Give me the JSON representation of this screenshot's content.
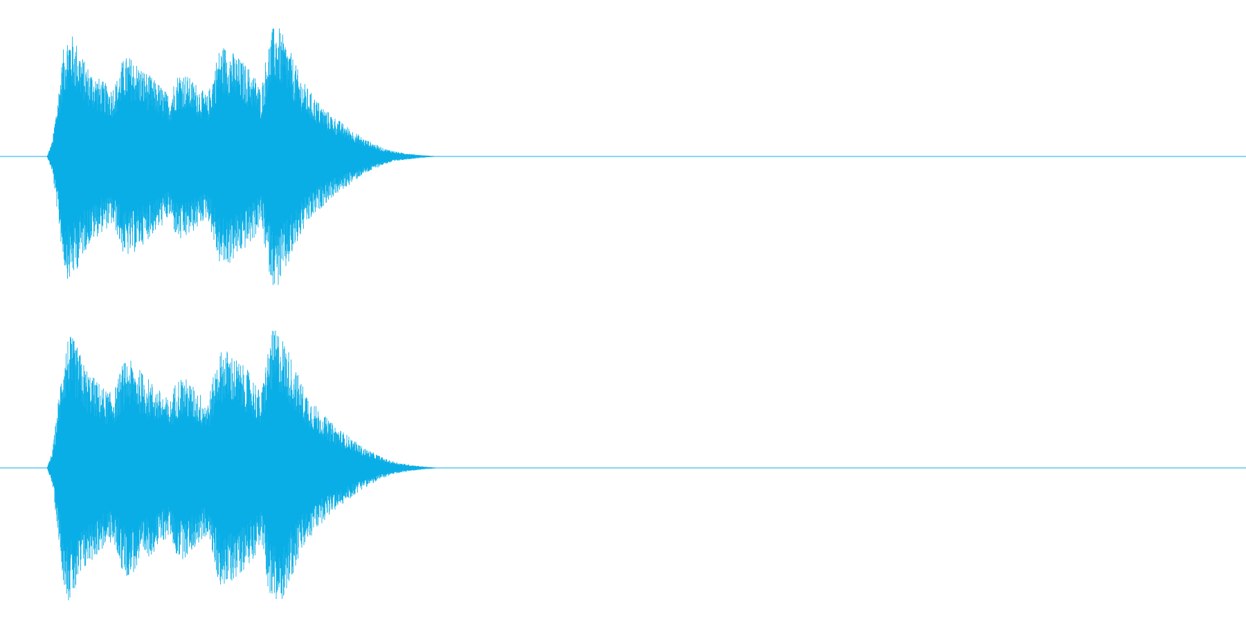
{
  "waveform": {
    "color": "#0aaee6",
    "background": "#ffffff",
    "channels": [
      {
        "name": "",
        "samples": [
          0,
          0.12,
          0.45,
          0.8,
          0.95,
          0.9,
          0.82,
          0.72,
          0.66,
          0.62,
          0.58,
          0.55,
          0.52,
          0.58,
          0.72,
          0.76,
          0.74,
          0.7,
          0.66,
          0.62,
          0.58,
          0.55,
          0.5,
          0.46,
          0.6,
          0.65,
          0.62,
          0.58,
          0.55,
          0.5,
          0.46,
          0.62,
          0.8,
          0.84,
          0.82,
          0.78,
          0.74,
          0.7,
          0.66,
          0.6,
          0.5,
          0.78,
          0.96,
          1.0,
          0.92,
          0.84,
          0.74,
          0.64,
          0.56,
          0.5,
          0.45,
          0.4,
          0.36,
          0.32,
          0.29,
          0.26,
          0.23,
          0.2,
          0.17,
          0.14,
          0.12,
          0.1,
          0.08,
          0.06,
          0.05,
          0.04,
          0.03,
          0.025,
          0.02,
          0.015,
          0.01,
          0.007,
          0.004,
          0.002,
          0
        ]
      },
      {
        "name": "",
        "samples": [
          0,
          0.12,
          0.45,
          0.8,
          0.96,
          0.92,
          0.84,
          0.74,
          0.68,
          0.64,
          0.6,
          0.56,
          0.54,
          0.6,
          0.74,
          0.78,
          0.76,
          0.72,
          0.68,
          0.64,
          0.6,
          0.56,
          0.52,
          0.48,
          0.62,
          0.66,
          0.64,
          0.6,
          0.56,
          0.52,
          0.48,
          0.64,
          0.82,
          0.86,
          0.84,
          0.8,
          0.76,
          0.72,
          0.68,
          0.62,
          0.52,
          0.8,
          0.98,
          1.0,
          0.94,
          0.86,
          0.76,
          0.66,
          0.58,
          0.52,
          0.46,
          0.41,
          0.37,
          0.33,
          0.3,
          0.27,
          0.24,
          0.21,
          0.18,
          0.15,
          0.13,
          0.11,
          0.09,
          0.07,
          0.055,
          0.045,
          0.035,
          0.028,
          0.022,
          0.017,
          0.012,
          0.008,
          0.005,
          0.002,
          0
        ]
      }
    ]
  }
}
